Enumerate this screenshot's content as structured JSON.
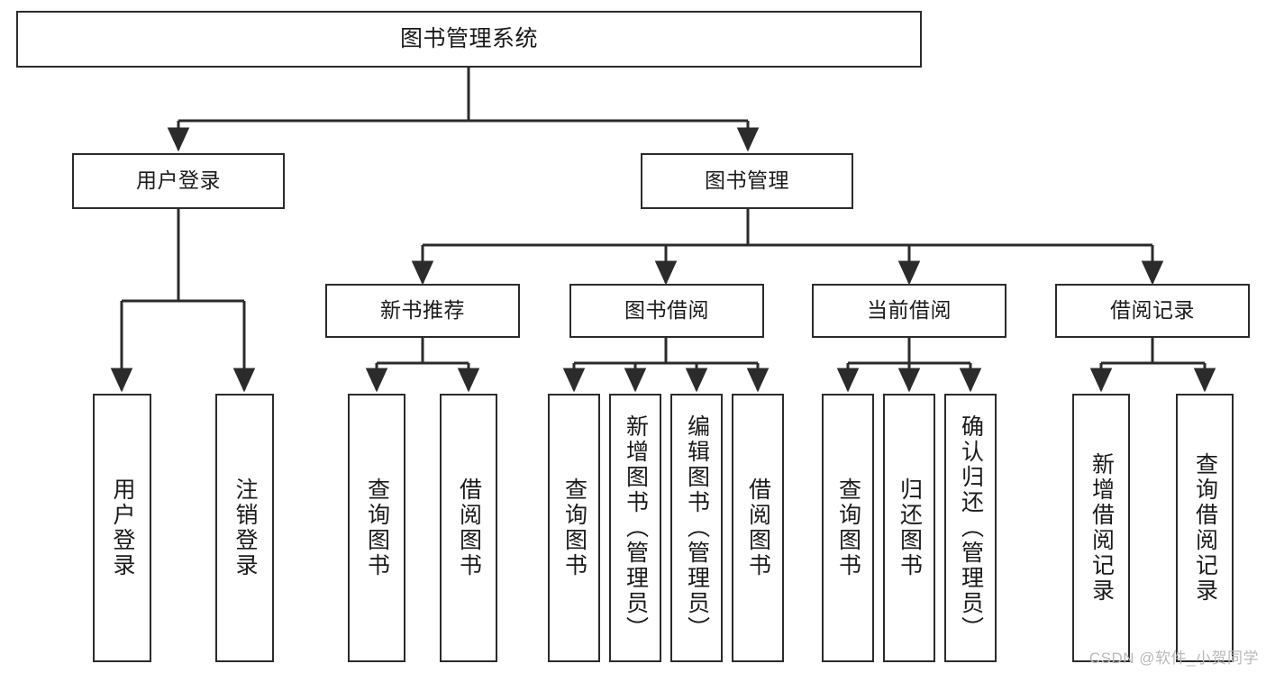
{
  "diagram": {
    "title": "图书管理系统",
    "watermark": "CSDN @软件_小贺同学",
    "colors": {
      "stroke": "#2b2b2b",
      "fill": "#ffffff",
      "text": "#1a1a1a",
      "watermark": "#b9b9b9"
    },
    "nodes": {
      "root": {
        "label": "图书管理系统"
      },
      "level1": [
        {
          "id": "user-login",
          "label": "用户登录"
        },
        {
          "id": "book-management",
          "label": "图书管理"
        }
      ],
      "level2": [
        {
          "id": "new-book-recommend",
          "label": "新书推荐"
        },
        {
          "id": "book-borrow",
          "label": "图书借阅"
        },
        {
          "id": "current-borrow",
          "label": "当前借阅"
        },
        {
          "id": "borrow-record",
          "label": "借阅记录"
        }
      ],
      "leaves": {
        "user-login": [
          {
            "id": "leaf-user-login",
            "label": "用户登录"
          },
          {
            "id": "leaf-user-logout",
            "label": "注销登录"
          }
        ],
        "new-book-recommend": [
          {
            "id": "leaf-query-book-1",
            "label": "查询图书"
          },
          {
            "id": "leaf-borrow-book-1",
            "label": "借阅图书"
          }
        ],
        "book-borrow": [
          {
            "id": "leaf-query-book-2",
            "label": "查询图书"
          },
          {
            "id": "leaf-add-book-admin",
            "label": "新增图书（管理员）"
          },
          {
            "id": "leaf-edit-book-admin",
            "label": "编辑图书（管理员）"
          },
          {
            "id": "leaf-borrow-book-2",
            "label": "借阅图书"
          }
        ],
        "current-borrow": [
          {
            "id": "leaf-query-book-3",
            "label": "查询图书"
          },
          {
            "id": "leaf-return-book",
            "label": "归还图书"
          },
          {
            "id": "leaf-confirm-return-admin",
            "label": "确认归还（管理员）"
          }
        ],
        "borrow-record": [
          {
            "id": "leaf-add-borrow-record",
            "label": "新增借阅记录"
          },
          {
            "id": "leaf-query-borrow-record",
            "label": "查询借阅记录"
          }
        ]
      }
    }
  }
}
